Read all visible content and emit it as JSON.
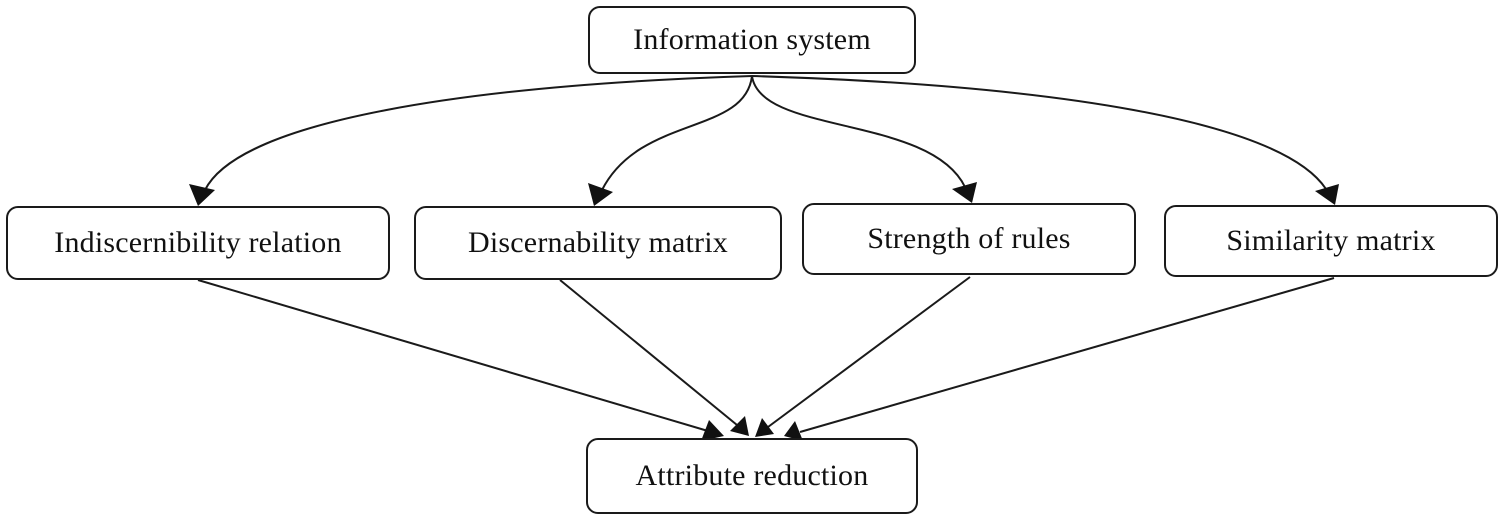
{
  "diagram": {
    "nodes": {
      "top": "Information system",
      "n1": "Indiscernibility relation",
      "n2": "Discernability matrix",
      "n3": "Strength of rules",
      "n4": "Similarity matrix",
      "bottom": "Attribute reduction"
    }
  }
}
